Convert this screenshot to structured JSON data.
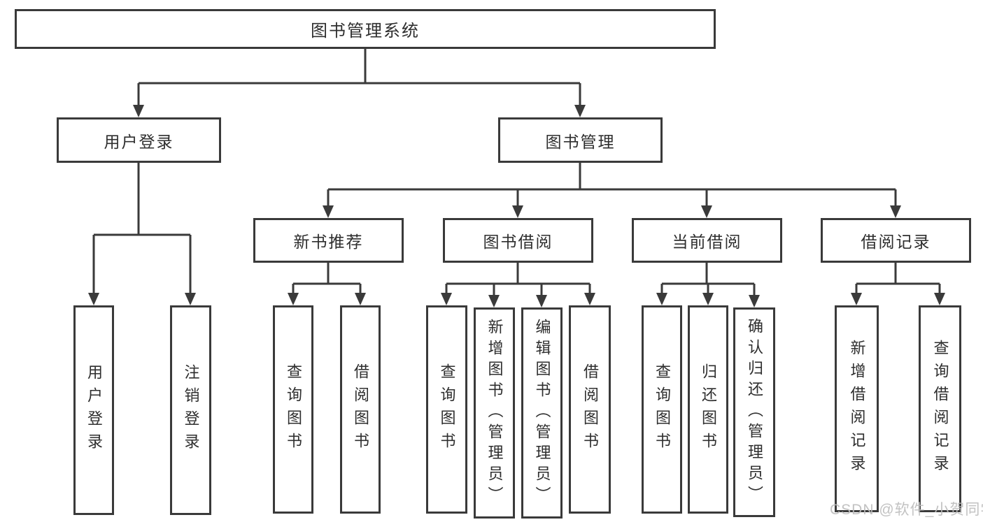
{
  "diagram_type": "hierarchy",
  "root": {
    "label": "图书管理系统"
  },
  "branches": [
    {
      "label": "用户登录",
      "children": [
        {
          "label": "用户登录"
        },
        {
          "label": "注销登录"
        }
      ]
    },
    {
      "label": "图书管理",
      "children": [
        {
          "label": "新书推荐",
          "children": [
            {
              "label": "查询图书"
            },
            {
              "label": "借阅图书"
            }
          ]
        },
        {
          "label": "图书借阅",
          "children": [
            {
              "label": "查询图书"
            },
            {
              "label": "新增图书（管理员）"
            },
            {
              "label": "编辑图书（管理员）"
            },
            {
              "label": "借阅图书"
            }
          ]
        },
        {
          "label": "当前借阅",
          "children": [
            {
              "label": "查询图书"
            },
            {
              "label": "归还图书"
            },
            {
              "label": "确认归还（管理员）"
            }
          ]
        },
        {
          "label": "借阅记录",
          "children": [
            {
              "label": "新增借阅记录"
            },
            {
              "label": "查询借阅记录"
            }
          ]
        }
      ]
    }
  ],
  "watermark": {
    "text": "CSDN @软件_小贺同学"
  },
  "colors": {
    "line": "#3a3a3a",
    "text": "#2e2e2e",
    "watermark": "#bdbdbd",
    "background": "#ffffff"
  }
}
